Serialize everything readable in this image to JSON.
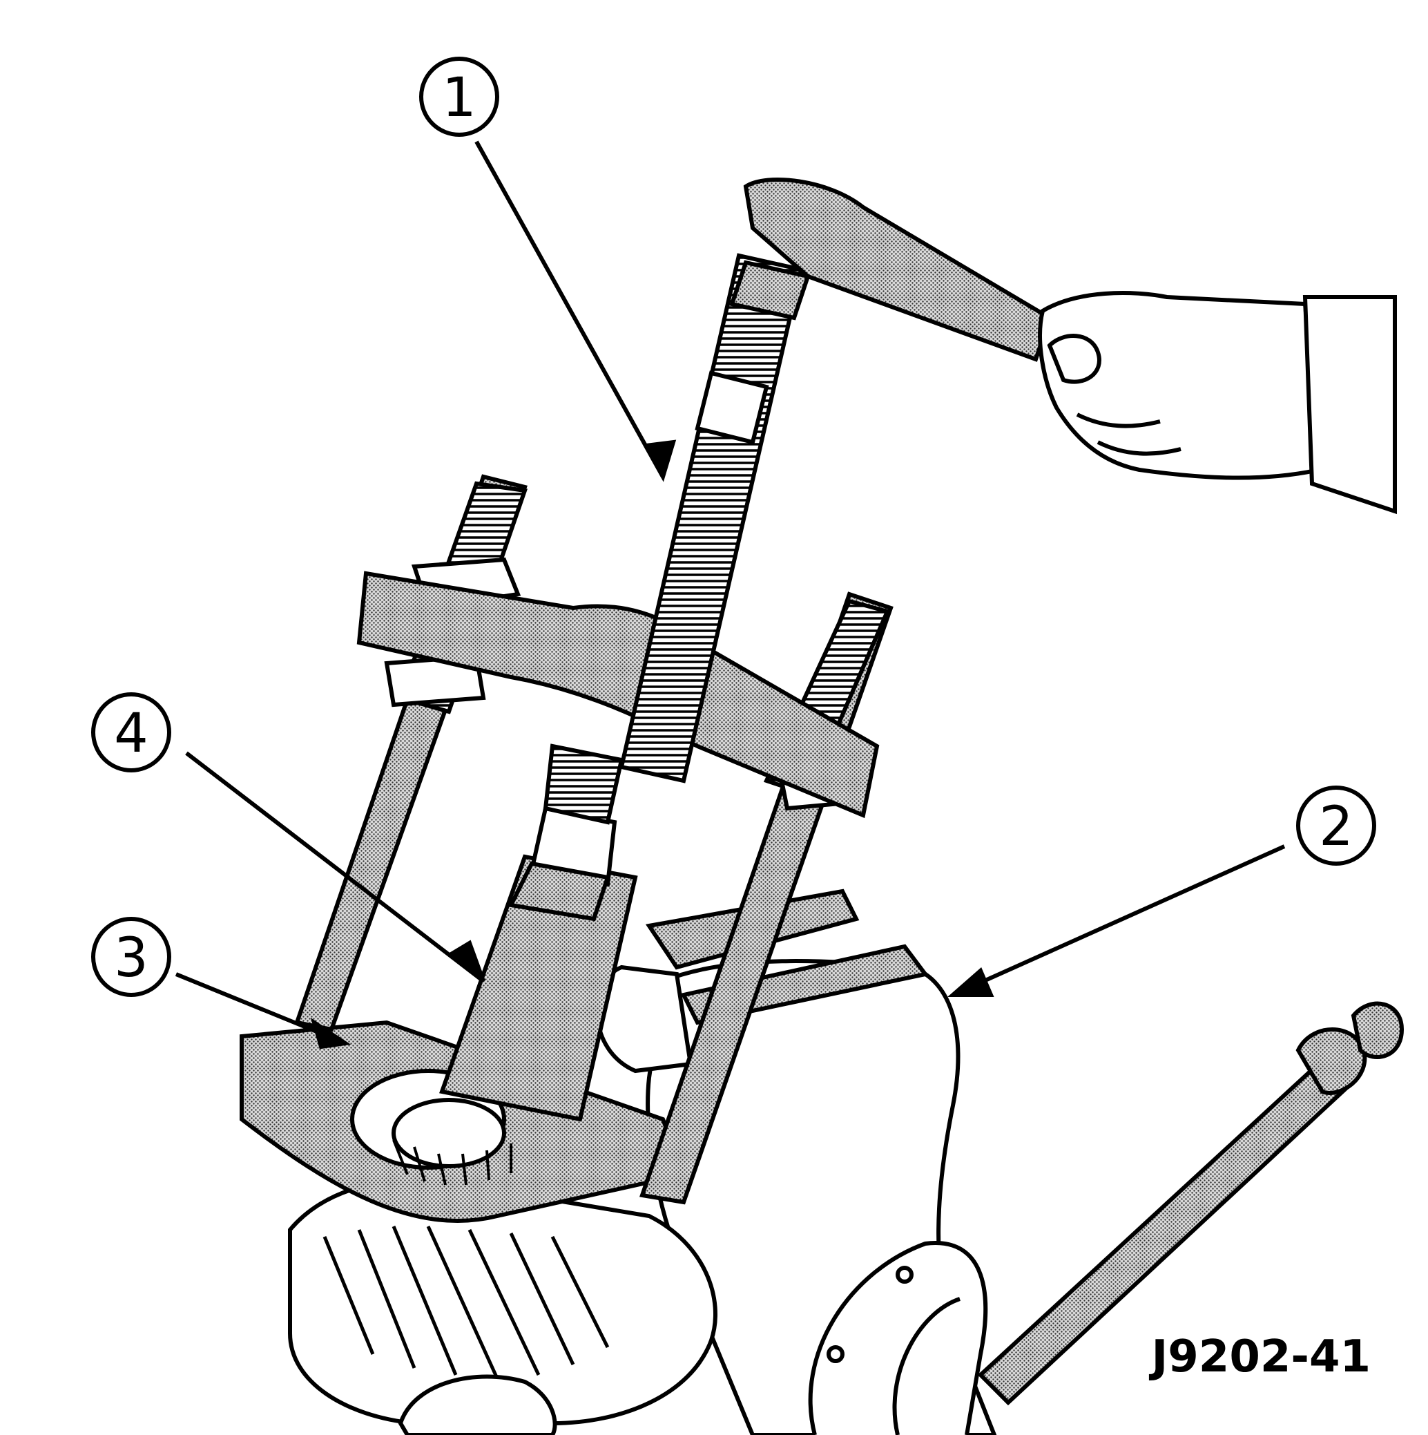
{
  "callouts": [
    {
      "id": "1",
      "label": "1"
    },
    {
      "id": "2",
      "label": "2"
    },
    {
      "id": "3",
      "label": "3"
    },
    {
      "id": "4",
      "label": "4"
    }
  ],
  "figure_id": "J9202-41",
  "colors": {
    "ink": "#000000",
    "stipple": "#9a9a9a",
    "paper": "#ffffff"
  }
}
